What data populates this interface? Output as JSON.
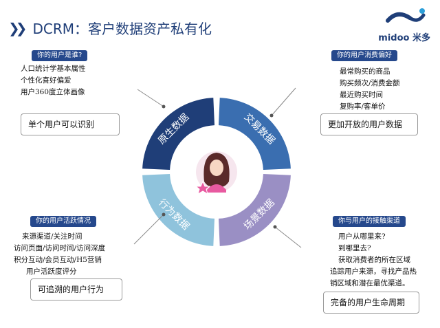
{
  "title": "DCRM：客户数据资产私有化",
  "logo": {
    "text": "midoo 米多"
  },
  "center_icon": "female-avatar-icon",
  "quadrants": [
    {
      "label": "原生数据",
      "color": "#1f3e78"
    },
    {
      "label": "交易数据",
      "color": "#3a6eb0"
    },
    {
      "label": "场景数据",
      "color": "#9a8fc4"
    },
    {
      "label": "行为数据",
      "color": "#8fc3dc"
    }
  ],
  "panels": {
    "top_left": {
      "header": "你的用户是谁?",
      "items": [
        "人口统计学基本属性",
        "个性化喜好偏爱",
        "用户360度立体画像"
      ],
      "callout": "单个用户可以识别"
    },
    "top_right": {
      "header": "你的用户消费偏好",
      "items": [
        "最常购买的商品",
        "购买频次/消费金额",
        "最近购买时间",
        "复购率/客单价"
      ],
      "callout": "更加开放的用户数据"
    },
    "bottom_left": {
      "header": "你的用户活跃情况",
      "items": [
        "来源渠道/关注时间",
        "访问页面/访问时间/访问深度",
        "积分互动/会员互动/H5营销",
        "用户活跃度评分"
      ],
      "callout": "可追溯的用户行为"
    },
    "bottom_right": {
      "header": "你与用户的接触渠道",
      "items": [
        "用户从哪里来?",
        "到哪里去?",
        "获取消费者的所在区域",
        "追踪用户来源，寻找产品热",
        "销区域和潜在最优渠道。"
      ],
      "callout": "完备的用户生命周期"
    }
  }
}
